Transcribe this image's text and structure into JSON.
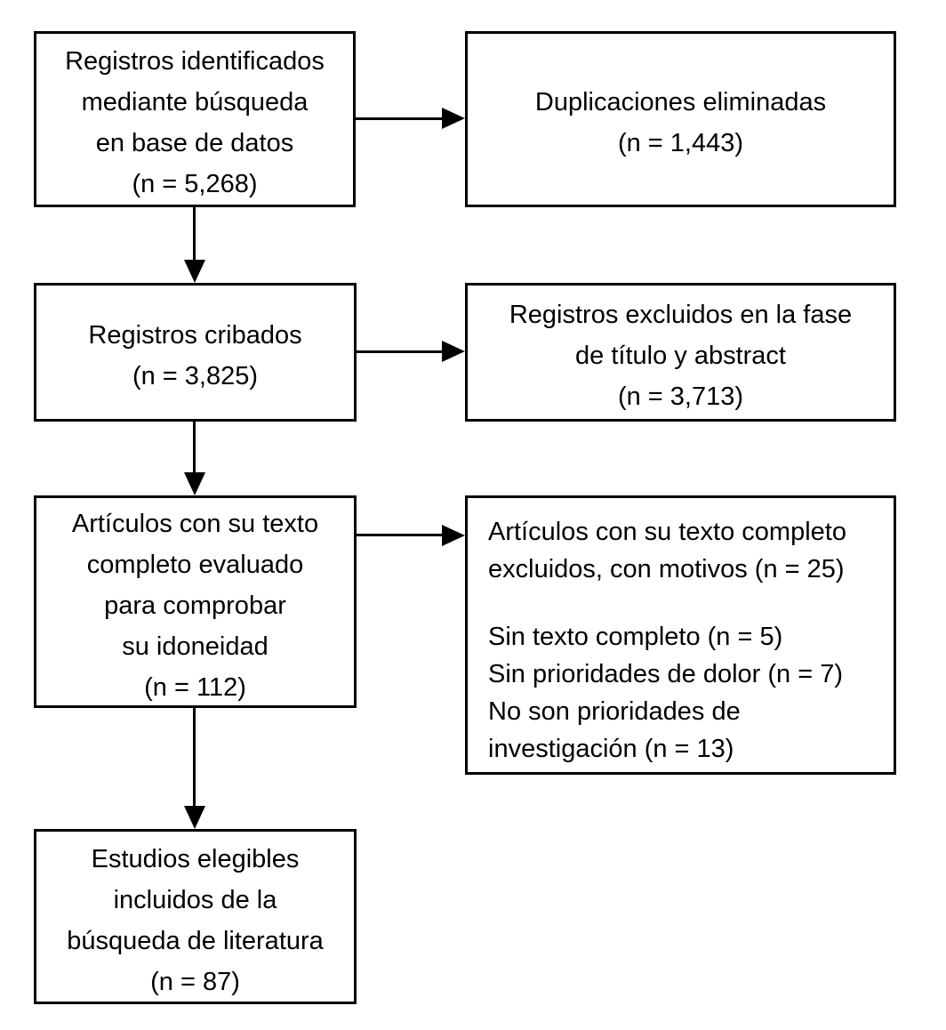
{
  "diagram": {
    "kind": "flowchart",
    "language": "es"
  },
  "colors": {
    "border": "#000000",
    "background": "#ffffff",
    "text": "#000000"
  },
  "nodes": {
    "identified": {
      "n": "5,268",
      "lines": [
        "Registros identificados",
        "mediante búsqueda",
        "en base de datos",
        "(n = 5,268)"
      ]
    },
    "duplicates": {
      "n": "1,443",
      "lines": [
        "Duplicaciones eliminadas",
        "(n = 1,443)"
      ]
    },
    "screened": {
      "n": "3,825",
      "lines": [
        "Registros cribados",
        "(n = 3,825)"
      ]
    },
    "excluded_phase1": {
      "n": "3,713",
      "lines": [
        "Registros excluidos en la fase",
        "de título y abstract",
        "(n = 3,713)"
      ]
    },
    "fulltext": {
      "n": "112",
      "lines": [
        "Artículos con su texto",
        "completo evaluado",
        "para comprobar",
        "su idoneidad",
        "(n = 112)"
      ]
    },
    "fulltext_excluded": {
      "n": "25",
      "header_lines": [
        "Artículos con su texto completo",
        "excluidos, con motivos (n = 25)"
      ],
      "reason_lines": [
        "Sin texto completo (n = 5)",
        "Sin prioridades de dolor (n = 7)",
        "No son prioridades de",
        "investigación (n = 13)"
      ]
    },
    "included": {
      "n": "87",
      "lines": [
        "Estudios elegibles",
        "incluidos de la",
        "búsqueda de literatura",
        "(n = 87)"
      ]
    }
  },
  "edges": [
    {
      "from": "identified",
      "to": "duplicates"
    },
    {
      "from": "identified",
      "to": "screened"
    },
    {
      "from": "screened",
      "to": "excluded_phase1"
    },
    {
      "from": "screened",
      "to": "fulltext"
    },
    {
      "from": "fulltext",
      "to": "fulltext_excluded"
    },
    {
      "from": "fulltext",
      "to": "included"
    }
  ]
}
